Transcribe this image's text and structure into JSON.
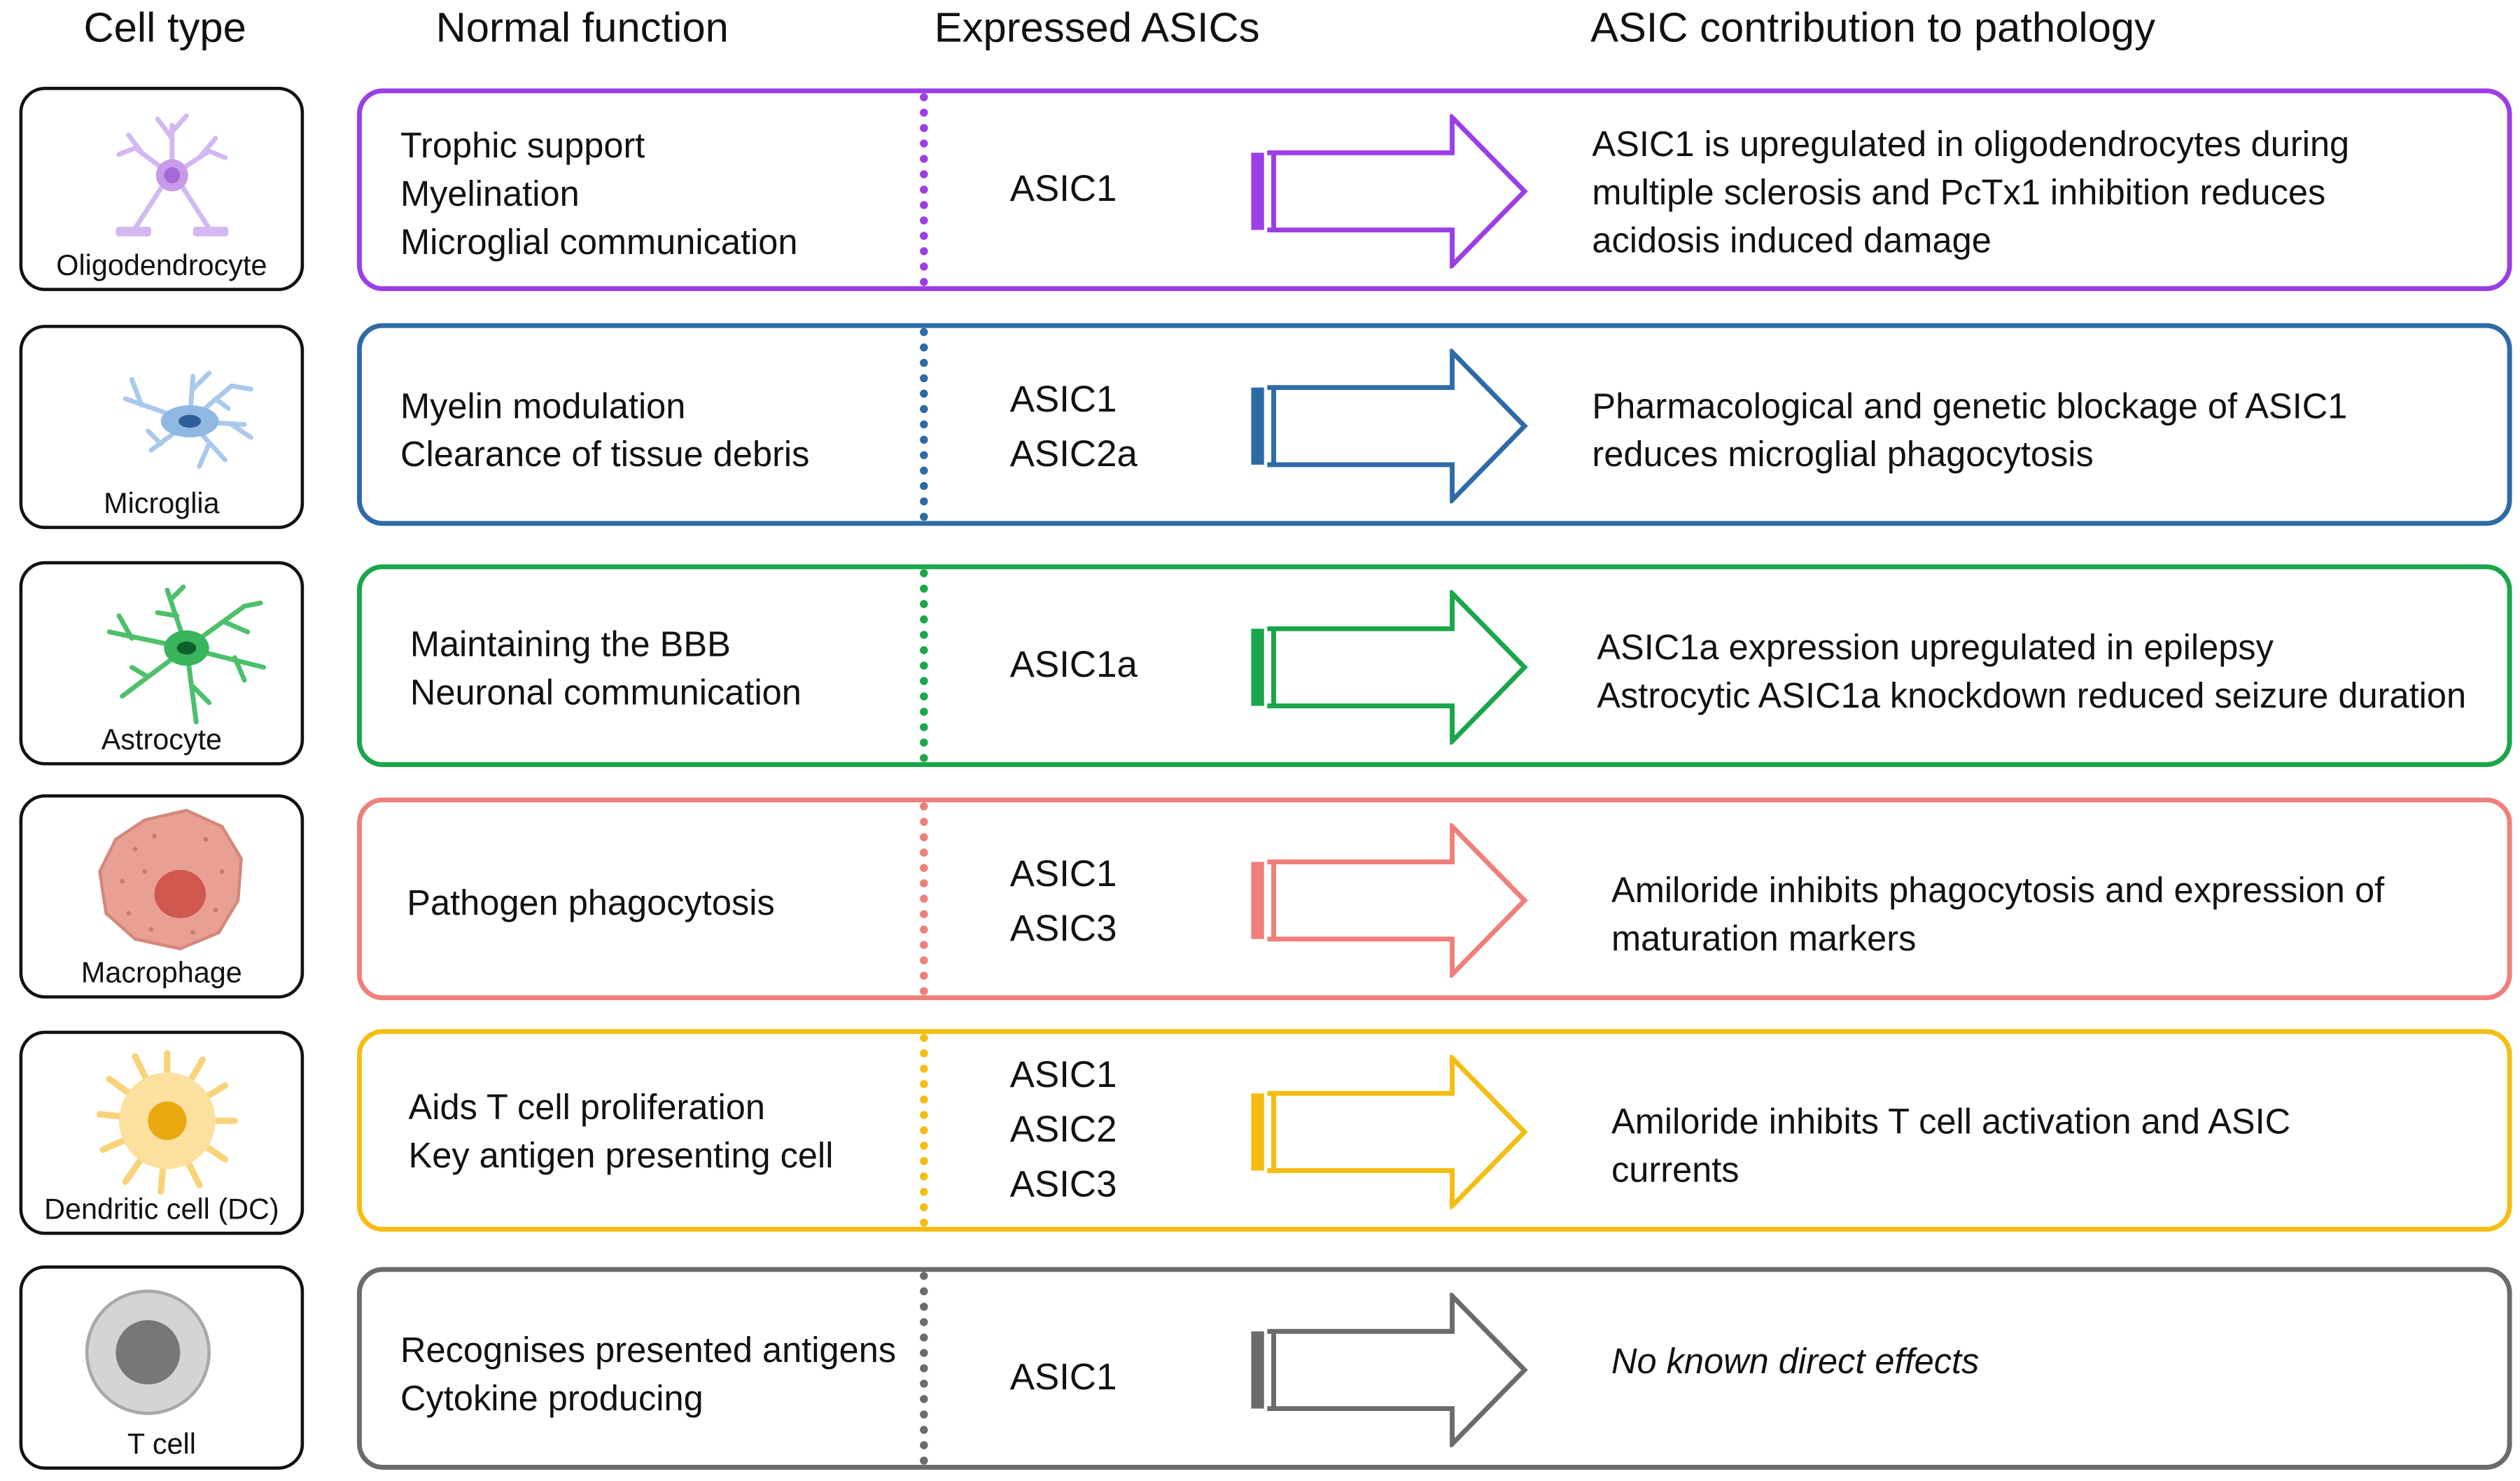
{
  "headers": {
    "cell_type": "Cell type",
    "normal_function": "Normal function",
    "expressed_asics": "Expressed ASICs",
    "pathology": "ASIC contribution to pathology"
  },
  "rows": [
    {
      "cell": "Oligodendrocyte",
      "color": "#9b3ee6",
      "functions": [
        "Trophic support",
        "Myelination",
        "Microglial communication"
      ],
      "asics": [
        "ASIC1"
      ],
      "pathology": [
        "ASIC1 is upregulated in oligodendrocytes during",
        "multiple sclerosis and PcTx1 inhibition reduces",
        "acidosis induced damage"
      ],
      "icon": "oligodendrocyte-icon"
    },
    {
      "cell": "Microglia",
      "color": "#2e6aa6",
      "functions": [
        "Myelin modulation",
        "Clearance of tissue debris"
      ],
      "asics": [
        "ASIC1",
        "ASIC2a"
      ],
      "pathology": [
        "Pharmacological and genetic blockage of ASIC1",
        "reduces microglial phagocytosis"
      ],
      "icon": "microglia-icon"
    },
    {
      "cell": "Astrocyte",
      "color": "#1aa64b",
      "functions": [
        "Maintaining the BBB",
        "Neuronal communication"
      ],
      "asics": [
        "ASIC1a"
      ],
      "pathology": [
        "ASIC1a expression upregulated in epilepsy",
        "Astrocytic ASIC1a knockdown reduced seizure duration"
      ],
      "icon": "astrocyte-icon"
    },
    {
      "cell": "Macrophage",
      "color": "#ef7f7a",
      "functions": [
        "Pathogen phagocytosis"
      ],
      "asics": [
        "ASIC1",
        "ASIC3"
      ],
      "pathology": [
        "Amiloride inhibits phagocytosis and expression of",
        "maturation markers"
      ],
      "icon": "macrophage-icon"
    },
    {
      "cell": "Dendritic cell (DC)",
      "color": "#f5bd12",
      "functions": [
        "Aids T cell proliferation",
        "Key antigen presenting cell"
      ],
      "asics": [
        "ASIC1",
        "ASIC2",
        "ASIC3"
      ],
      "pathology": [
        "Amiloride inhibits T cell activation and ASIC",
        "currents"
      ],
      "icon": "dendritic-cell-icon"
    },
    {
      "cell": "T cell",
      "color": "#6b6b6b",
      "functions": [
        "Recognises presented antigens",
        "Cytokine producing"
      ],
      "asics": [
        "ASIC1"
      ],
      "pathology": [
        "No known direct effects"
      ],
      "pathology_italic": true,
      "icon": "t-cell-icon"
    }
  ]
}
